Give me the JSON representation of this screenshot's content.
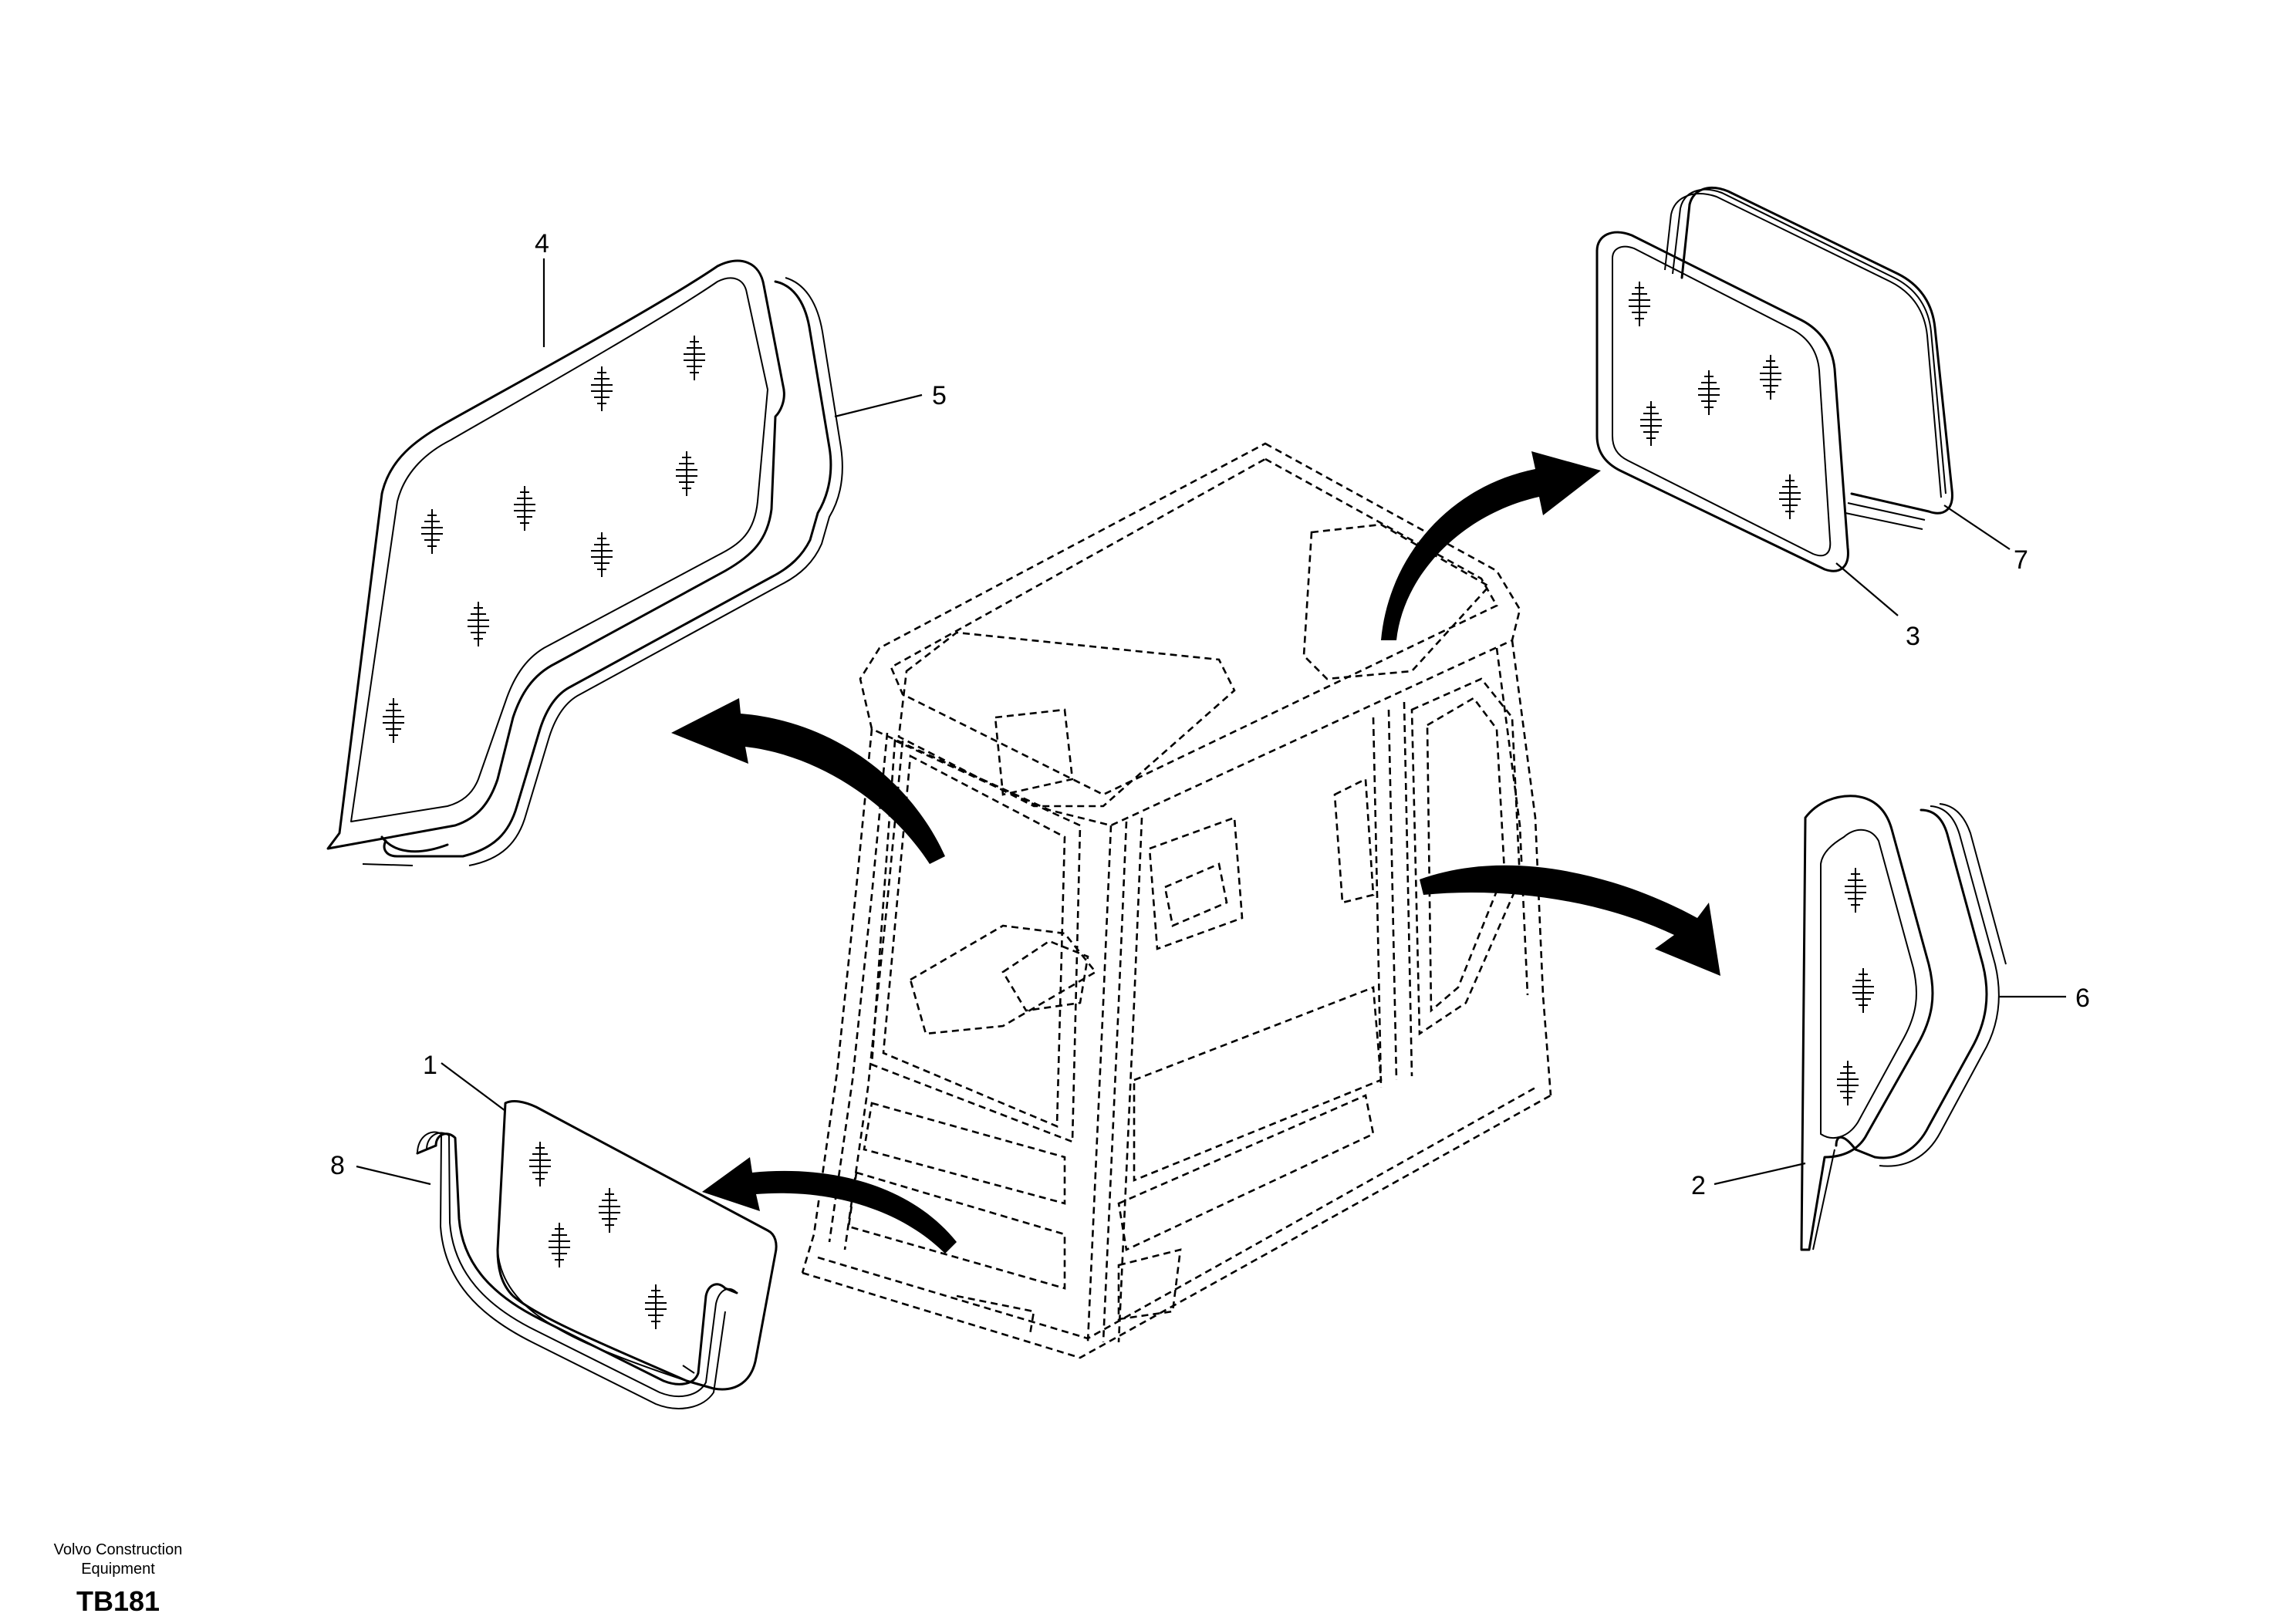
{
  "callouts": [
    {
      "id": "1",
      "label": "1"
    },
    {
      "id": "2",
      "label": "2"
    },
    {
      "id": "3",
      "label": "3"
    },
    {
      "id": "4",
      "label": "4"
    },
    {
      "id": "5",
      "label": "5"
    },
    {
      "id": "6",
      "label": "6"
    },
    {
      "id": "7",
      "label": "7"
    },
    {
      "id": "8",
      "label": "8"
    }
  ],
  "footer": {
    "line1": "Volvo Construction",
    "line2": "Equipment",
    "code": "TB181"
  }
}
